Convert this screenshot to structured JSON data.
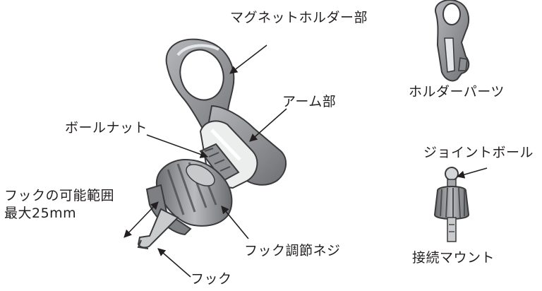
{
  "labels": {
    "magnet_holder": "マグネットホルダー部",
    "arm": "アーム部",
    "ball_nut": "ボールナット",
    "hook_range_1": "フックの可能範囲",
    "hook_range_2": "最大25mm",
    "hook_adjust_screw": "フック調節ネジ",
    "hook": "フック",
    "holder_parts": "ホルダーパーツ",
    "joint_ball": "ジョイントボール",
    "connection_mount": "接続マウント"
  },
  "colors": {
    "body_dark": "#7d7f82",
    "body_mid": "#a4a6a9",
    "body_light": "#d4d6d8",
    "highlight": "#ebeced",
    "outline": "#3a3a3c",
    "knob": "#8c8e91"
  }
}
